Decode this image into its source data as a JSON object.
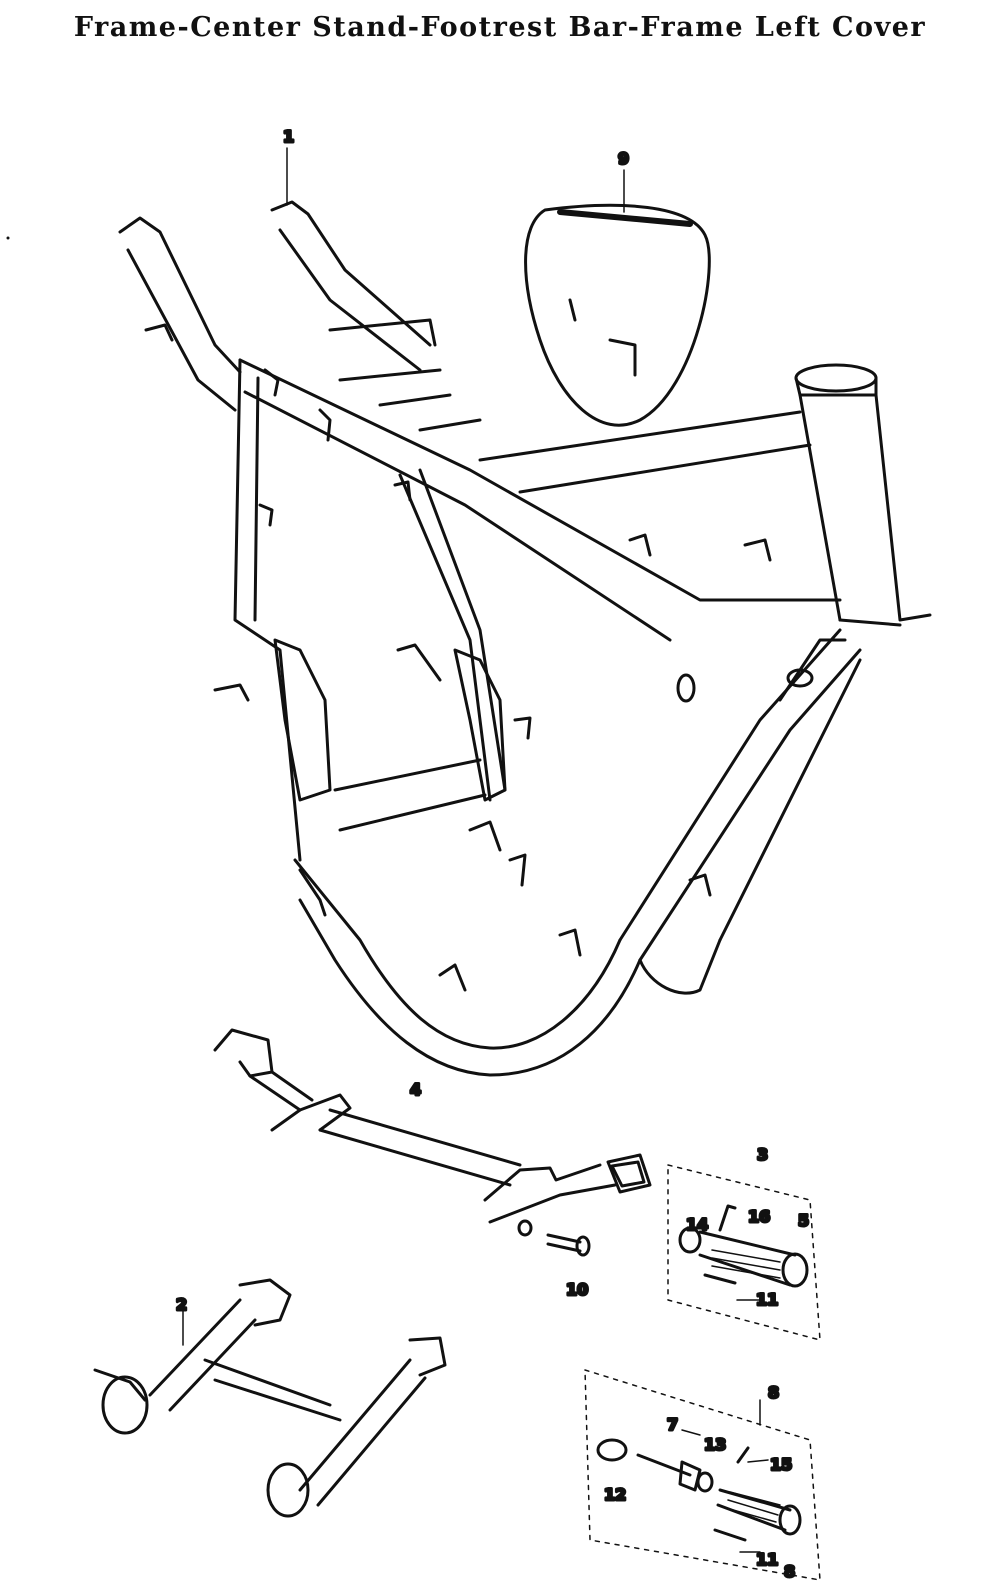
{
  "title": "Frame-Center Stand-Footrest Bar-Frame Left Cover",
  "labels": {
    "l1": "1",
    "l2": "2",
    "l3": "3",
    "l4": "4",
    "l5": "5",
    "l7": "7",
    "l8": "8",
    "l8b": "8",
    "l9": "9",
    "l10": "10",
    "l11a": "11",
    "l11b": "11",
    "l12": "12",
    "l13": "13",
    "l14": "14",
    "l15": "15",
    "l16": "16"
  },
  "colors": {
    "ink": "#111111",
    "paper": "#ffffff"
  }
}
